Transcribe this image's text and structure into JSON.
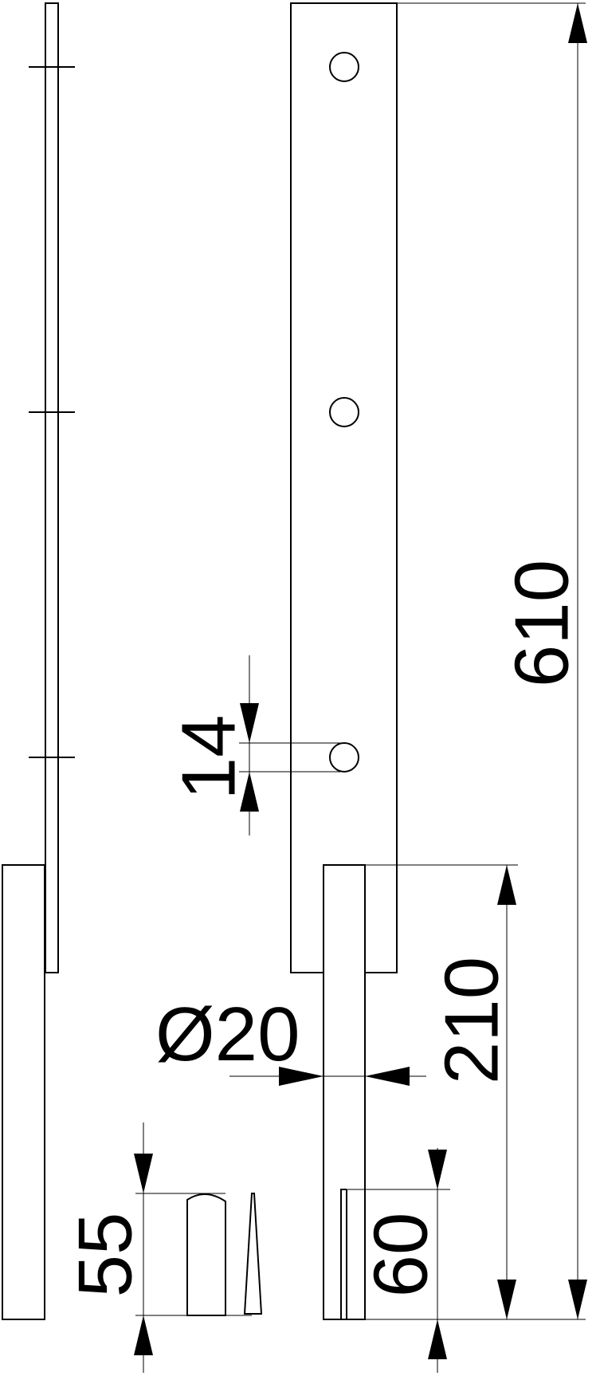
{
  "colors": {
    "line": "#000000",
    "background": "#ffffff"
  },
  "dimensions": {
    "overall_length": "610",
    "lower_length": "210",
    "hole_spacing": "14",
    "pin_diameter": "Ø20",
    "wedge_length": "55",
    "slot_length": "60"
  }
}
